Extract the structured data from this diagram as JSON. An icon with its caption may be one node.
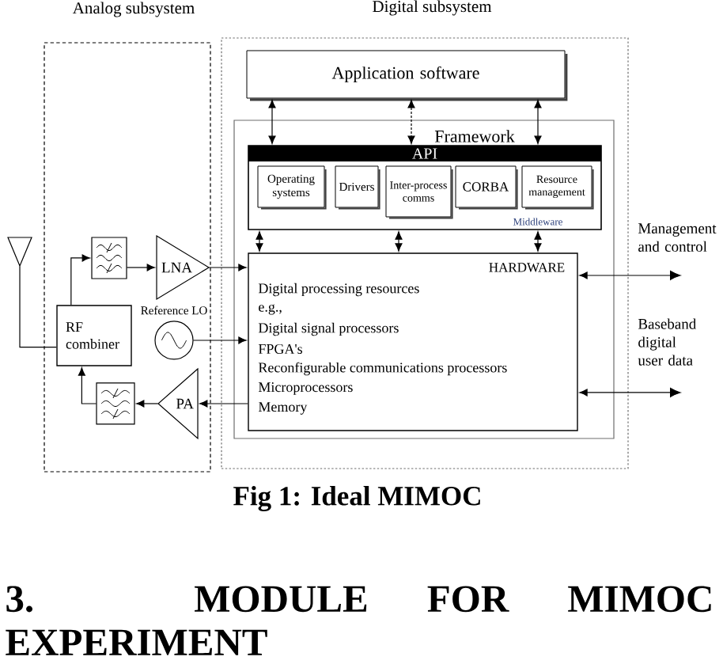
{
  "diagram": {
    "caption": "Fig 1: Ideal MIMOC",
    "nodes": [
      {
        "text": [
          "Analog subsystem"
        ]
      },
      {
        "text": [],
        "shape": "picture"
      },
      {
        "text": [
          "RF combiner"
        ],
        "in": 0
      },
      {
        "text": [],
        "shape": "picture",
        "in": 0
      },
      {
        "text": [
          "LNA"
        ],
        "in": 0
      },
      {
        "text": [],
        "shape": "circle",
        "in": 0,
        "beside": [
          "Reference LO"
        ]
      },
      {
        "text": [],
        "shape": "picture",
        "in": 0
      },
      {
        "text": [
          "PA"
        ],
        "in": 0
      },
      {
        "text": [
          "Digital subsystem"
        ]
      },
      {
        "text": [
          "Application software"
        ],
        "in": 8
      },
      {
        "text": [
          "Framework"
        ],
        "in": 8
      },
      {
        "text": [
          "Middleware"
        ],
        "in": 10
      },
      {
        "text": [
          "API"
        ],
        "in": 11
      },
      {
        "text": [
          "Operating systems"
        ],
        "in": 11
      },
      {
        "text": [
          "Drivers"
        ],
        "in": 11
      },
      {
        "text": [
          "Inter-process comms"
        ],
        "in": 11
      },
      {
        "text": [
          "CORBA"
        ],
        "in": 11
      },
      {
        "text": [
          "Resource management"
        ],
        "in": 11
      },
      {
        "text": [
          "HARDWARE",
          "Digital processing resources",
          "e.g.,",
          "Digital signal processors",
          "FPGA's",
          "Reconfigurable communications processors",
          "Microprocessors",
          "Memory"
        ],
        "in": 10
      }
    ],
    "edges": [
      {
        "from": 1,
        "to": 2,
        "arrow": "none"
      },
      {
        "from": 2,
        "to": 3,
        "arrow": "to"
      },
      {
        "from": 3,
        "to": 4,
        "arrow": "to"
      },
      {
        "from": 4,
        "to": 18,
        "arrow": "to"
      },
      {
        "from": 5,
        "to": 18,
        "arrow": "to"
      },
      {
        "from": 18,
        "to": 7,
        "arrow": "to"
      },
      {
        "from": 7,
        "to": 6,
        "arrow": "to"
      },
      {
        "from": 6,
        "to": 2,
        "arrow": "to"
      },
      {
        "from": 9,
        "to": 12,
        "arrow": "both"
      },
      {
        "from": 9,
        "to": 12,
        "arrow": "both",
        "style": "dashed"
      },
      {
        "from": 9,
        "to": 12,
        "arrow": "both"
      },
      {
        "from": 11,
        "to": 18,
        "arrow": "both"
      },
      {
        "from": 11,
        "to": 18,
        "arrow": "both"
      },
      {
        "from": 11,
        "to": 18,
        "arrow": "both"
      },
      {
        "from": 18,
        "to": null,
        "arrow": "both",
        "label": "Management and control"
      },
      {
        "from": 18,
        "to": null,
        "arrow": "both",
        "label": "Baseband digital user data"
      }
    ],
    "labels": [
      "3. MODULE FOR MIMOC EXPERIMENT"
    ]
  }
}
